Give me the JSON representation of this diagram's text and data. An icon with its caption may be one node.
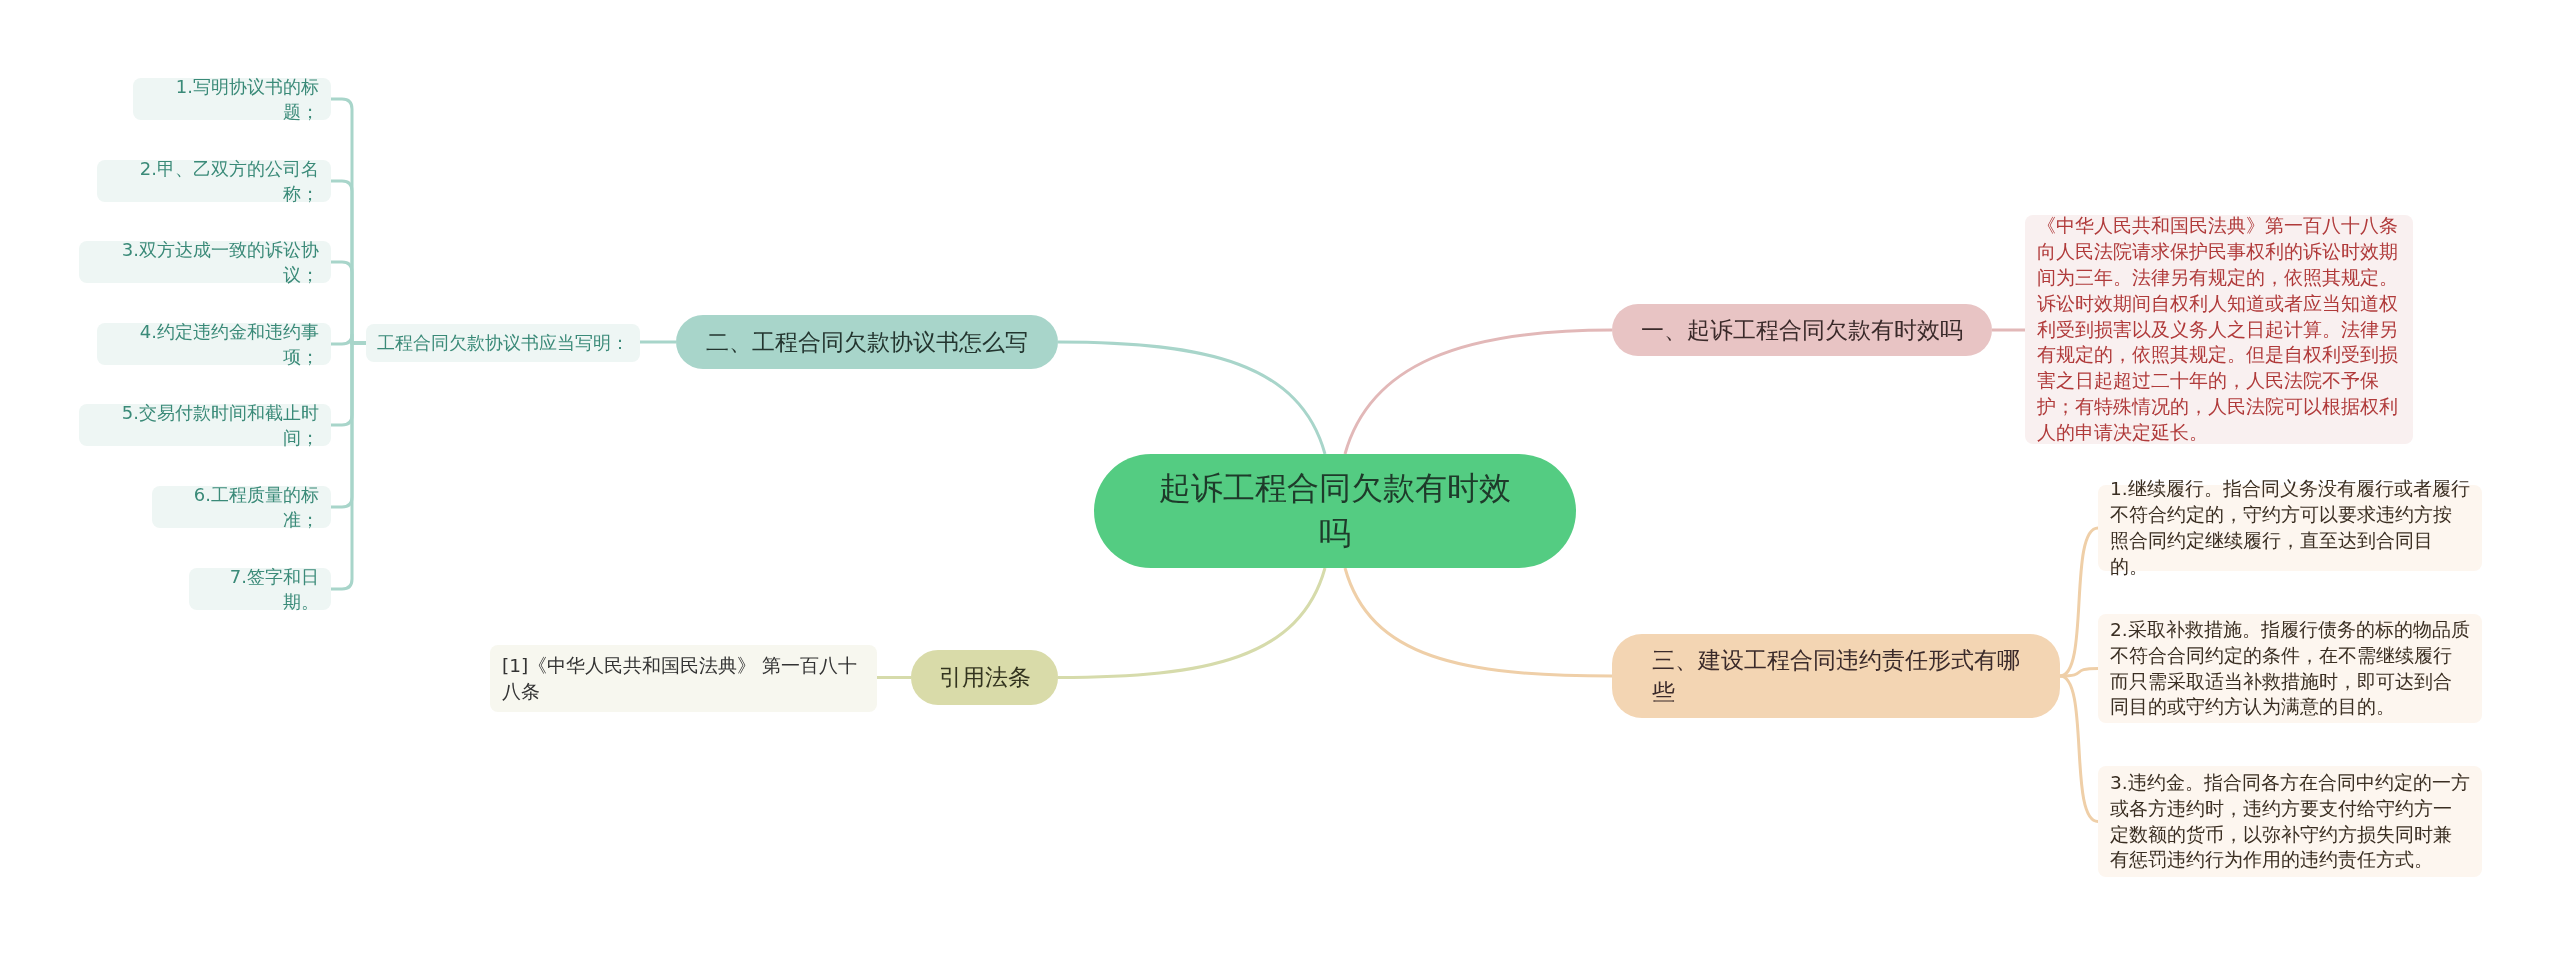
{
  "diagram": {
    "nodes": [
      {
        "text": [
          "起诉工程合同欠款有时效吗"
        ]
      },
      {
        "text": [
          "一、起诉工程合同欠款有时效吗"
        ]
      },
      {
        "text": [
          "《中华人民共和国民法典》第一百八十八条向人民法院请求保护民事权利的诉讼时效期间为三年。法律另有规定的，依照其规定。诉讼时效期间自权利人知道或者应当知道权利受到损害以及义务人之日起计算。法律另有规定的，依照其规定。但是自权利受到损害之日起超过二十年的，人民法院不予保护；有特殊情况的，人民法院可以根据权利人的申请决定延长。"
        ]
      },
      {
        "text": [
          "三、建设工程合同违约责任形式有哪些"
        ]
      },
      {
        "text": [
          "1.继续履行。指合同义务没有履行或者履行不符合约定的，守约方可以要求违约方按照合同约定继续履行，直至达到合同目的。"
        ]
      },
      {
        "text": [
          "2.采取补救措施。指履行债务的标的物品质不符合合同约定的条件，在不需继续履行而只需采取适当补救措施时，即可达到合同目的或守约方认为满意的目的。"
        ]
      },
      {
        "text": [
          "3.违约金。指合同各方在合同中约定的一方或各方违约时，违约方要支付给守约方一定数额的货币，以弥补守约方损失同时兼有惩罚违约行为作用的违约责任方式。"
        ]
      },
      {
        "text": [
          "二、工程合同欠款协议书怎么写"
        ]
      },
      {
        "text": [
          "工程合同欠款协议书应当写明："
        ]
      },
      {
        "text": [
          "1.写明协议书的标题；"
        ]
      },
      {
        "text": [
          "2.甲、乙双方的公司名称；"
        ]
      },
      {
        "text": [
          "3.双方达成一致的诉讼协议；"
        ]
      },
      {
        "text": [
          "4.约定违约金和违约事项；"
        ]
      },
      {
        "text": [
          "5.交易付款时间和截止时间；"
        ]
      },
      {
        "text": [
          "6.工程质量的标准；"
        ]
      },
      {
        "text": [
          "7.签字和日期。"
        ]
      },
      {
        "text": [
          "引用法条"
        ]
      },
      {
        "text": [
          "[1]《中华人民共和国民法典》 第一百八十八条"
        ]
      }
    ],
    "edges": [
      {
        "from": 0,
        "to": 1,
        "arrow": "none",
        "color": "#e2b8b8"
      },
      {
        "from": 1,
        "to": 2,
        "arrow": "none",
        "color": "#e2b8b8"
      },
      {
        "from": 0,
        "to": 3,
        "arrow": "none",
        "color": "#efcfa8"
      },
      {
        "from": 3,
        "to": 4,
        "arrow": "none",
        "color": "#efcfa8"
      },
      {
        "from": 3,
        "to": 5,
        "arrow": "none",
        "color": "#efcfa8"
      },
      {
        "from": 3,
        "to": 6,
        "arrow": "none",
        "color": "#efcfa8"
      },
      {
        "from": 0,
        "to": 7,
        "arrow": "none"
      },
      {
        "from": 7,
        "to": 8,
        "arrow": "none"
      },
      {
        "from": 8,
        "to": 9,
        "arrow": "none"
      },
      {
        "from": 8,
        "to": 10,
        "arrow": "none"
      },
      {
        "from": 8,
        "to": 11,
        "arrow": "none"
      },
      {
        "from": 8,
        "to": 12,
        "arrow": "none"
      },
      {
        "from": 8,
        "to": 13,
        "arrow": "none"
      },
      {
        "from": 8,
        "to": 14,
        "arrow": "none"
      },
      {
        "from": 8,
        "to": 15,
        "arrow": "none"
      },
      {
        "from": 0,
        "to": 16,
        "arrow": "none",
        "color": "#d6dbab"
      },
      {
        "from": 16,
        "to": 17,
        "arrow": "none",
        "color": "#d6dbab"
      }
    ]
  }
}
